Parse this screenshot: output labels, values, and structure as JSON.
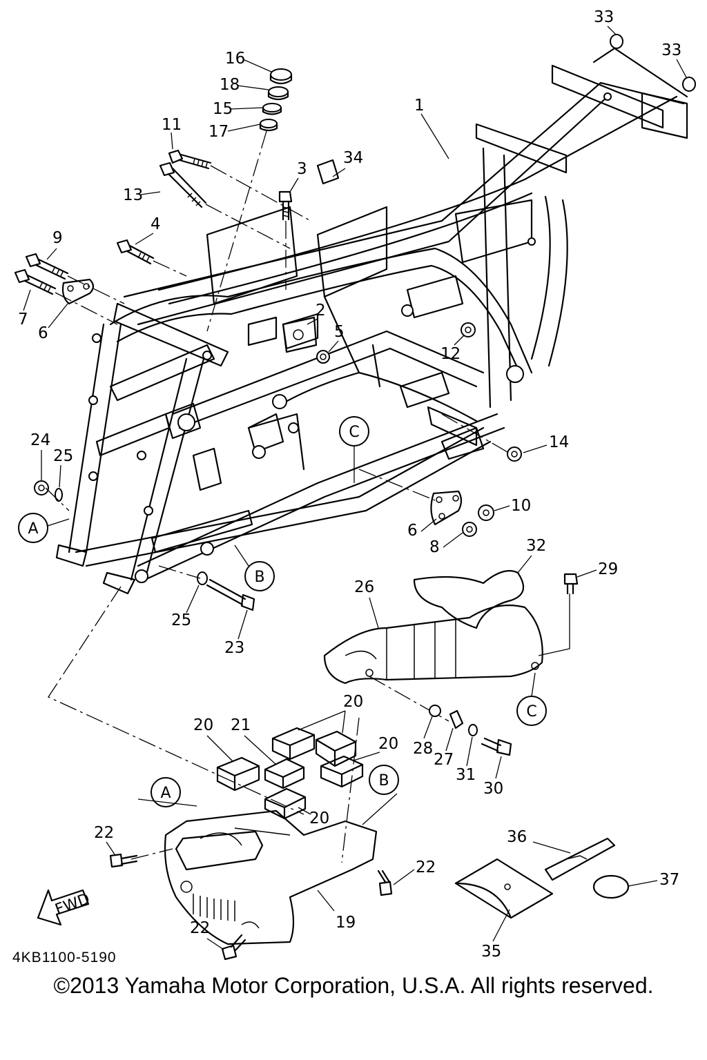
{
  "diagram_code": "4KB1100-5190",
  "copyright": "©2013 Yamaha Motor Corporation, U.S.A. All rights reserved.",
  "fwd_label": "FWD",
  "callout_letters": {
    "a": "A",
    "b": "B",
    "c": "C"
  },
  "part_labels": {
    "p1": "1",
    "p2": "2",
    "p3": "3",
    "p4": "4",
    "p5": "5",
    "p6a": "6",
    "p6b": "6",
    "p7": "7",
    "p8": "8",
    "p9": "9",
    "p10": "10",
    "p11": "11",
    "p12": "12",
    "p13": "13",
    "p14": "14",
    "p15": "15",
    "p16": "16",
    "p17": "17",
    "p18": "18",
    "p19": "19",
    "p20a": "20",
    "p20b": "20",
    "p20c": "20",
    "p20d": "20",
    "p21": "21",
    "p22a": "22",
    "p22b": "22",
    "p22c": "22",
    "p23": "23",
    "p24": "24",
    "p25a": "25",
    "p25b": "25",
    "p26": "26",
    "p27": "27",
    "p28": "28",
    "p29": "29",
    "p30": "30",
    "p31": "31",
    "p32": "32",
    "p33a": "33",
    "p33b": "33",
    "p34": "34",
    "p35": "35",
    "p36": "36",
    "p37": "37"
  }
}
